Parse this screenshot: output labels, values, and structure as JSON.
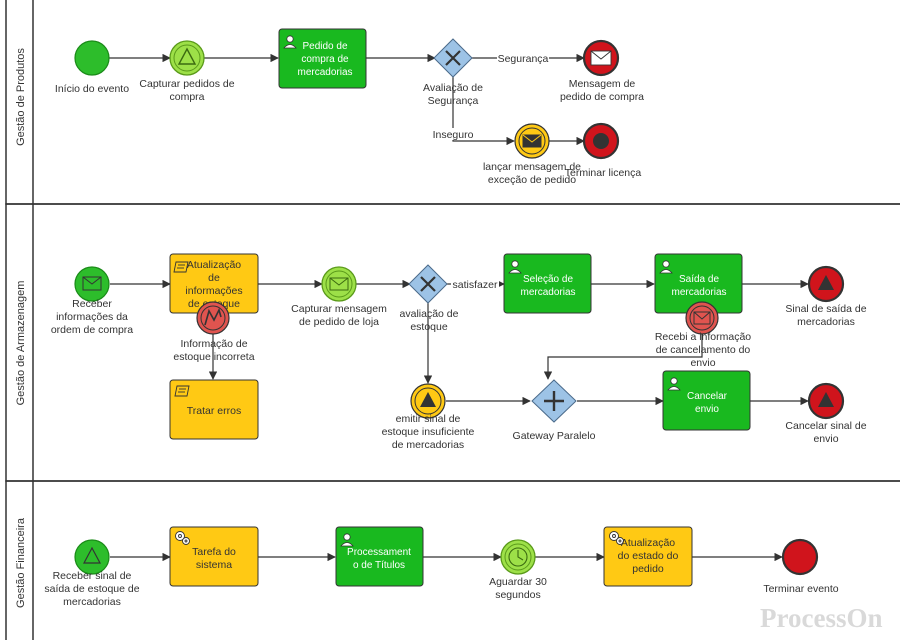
{
  "lanes": {
    "products": "Gestão de Produtos",
    "warehouse": "Gestão de Armazenagem",
    "finance": "Gestão Financeira"
  },
  "products": {
    "start": [
      "Início do evento"
    ],
    "capture_orders": [
      "Capturar pedidos de",
      "compra"
    ],
    "order_task": [
      "Pedido de",
      "compra de",
      "mercadorias"
    ],
    "security_gw": [
      "Avaliação de",
      "Segurança"
    ],
    "flow_security": "Segurança",
    "flow_unsafe": "Inseguro",
    "order_message": [
      "Mensagem de",
      "pedido de compra"
    ],
    "exception_message": [
      "lançar mensagem de",
      "exceção de pedido"
    ],
    "terminate_license": "Terminar licença"
  },
  "warehouse": {
    "receive_info": [
      "Receber",
      "informações da",
      "ordem de compra"
    ],
    "update_stock": [
      "Atualização",
      "de",
      "informações",
      "de estoque"
    ],
    "wrong_stock": [
      "Informação de",
      "estoque incorreta"
    ],
    "handle_errors": "Tratar erros",
    "capture_store": [
      "Capturar mensagem",
      "de pedido de loja"
    ],
    "stock_gw": [
      "avaliação de",
      "estoque"
    ],
    "flow_satisfy": "satisfazer",
    "select_goods": [
      "Seleção de",
      "mercadorias"
    ],
    "goods_exit": [
      "Saída de",
      "mercadorias"
    ],
    "exit_signal": [
      "Sinal de saída de",
      "mercadorias"
    ],
    "cancel_info": [
      "Recebi a informação",
      "de cancelamento do",
      "envio"
    ],
    "insufficient_signal": [
      "emitir sinal de",
      "estoque insuficiente",
      "de mercadorias"
    ],
    "parallel_gw": [
      "Gateway Paralelo"
    ],
    "cancel_shipping": [
      "Cancelar",
      "envio"
    ],
    "cancel_signal": [
      "Cancelar sinal de",
      "envio"
    ]
  },
  "finance": {
    "receive_signal": [
      "Receber sinal de",
      "saída de estoque de",
      "mercadorias"
    ],
    "system_task": [
      "Tarefa do",
      "sistema"
    ],
    "process_titles": [
      "Processament",
      "o de Títulos"
    ],
    "wait": [
      "Aguardar 30",
      "segundos"
    ],
    "update_order": [
      "Atualização",
      "do estado do",
      "pedido"
    ],
    "end_event": [
      "Terminar evento"
    ]
  },
  "watermark": "ProcessOn",
  "colors": {
    "task_green": "#19b91f",
    "task_yellow": "#ffc914",
    "start_green": "#2dbd2b",
    "end_red": "#d0141c",
    "gateway_blue": "#9dc3e6",
    "lane_border": "#333333"
  }
}
